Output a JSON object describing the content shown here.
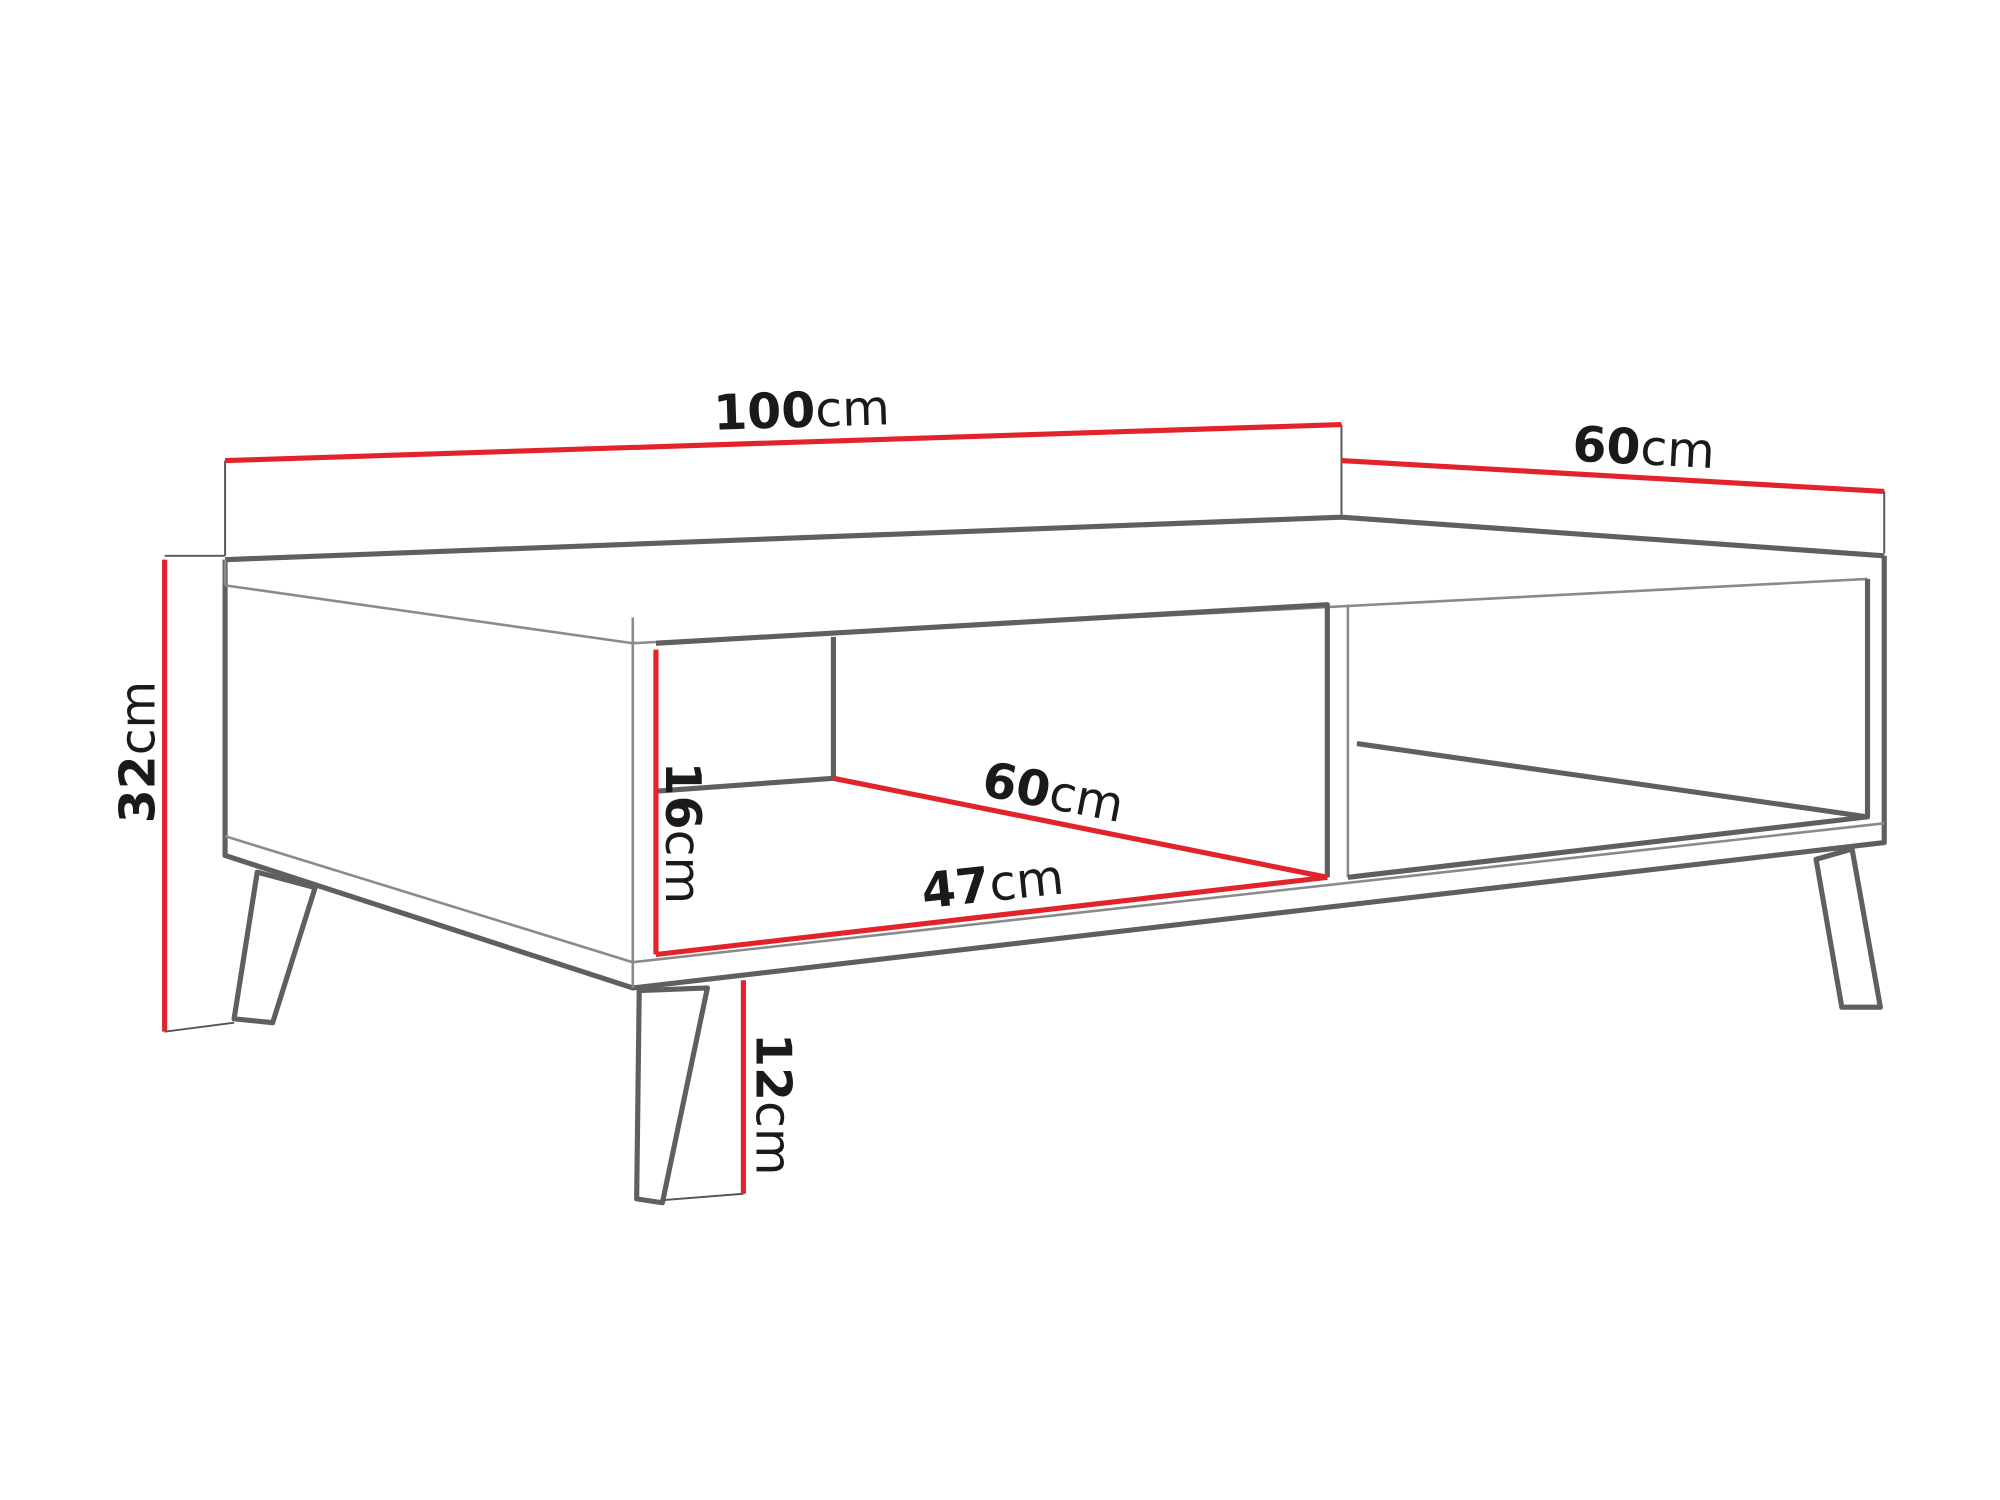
{
  "colors": {
    "dimension_line": "#e3232b",
    "outline": "#5f5f5f"
  },
  "dimensions": {
    "width": {
      "value": "100",
      "unit": "cm"
    },
    "depth": {
      "value": "60",
      "unit": "cm"
    },
    "height": {
      "value": "32",
      "unit": "cm"
    },
    "leg_height": {
      "value": "12",
      "unit": "cm"
    },
    "shelf_height": {
      "value": "16",
      "unit": "cm"
    },
    "shelf_depth": {
      "value": "60",
      "unit": "cm"
    },
    "shelf_width": {
      "value": "47",
      "unit": "cm"
    }
  }
}
